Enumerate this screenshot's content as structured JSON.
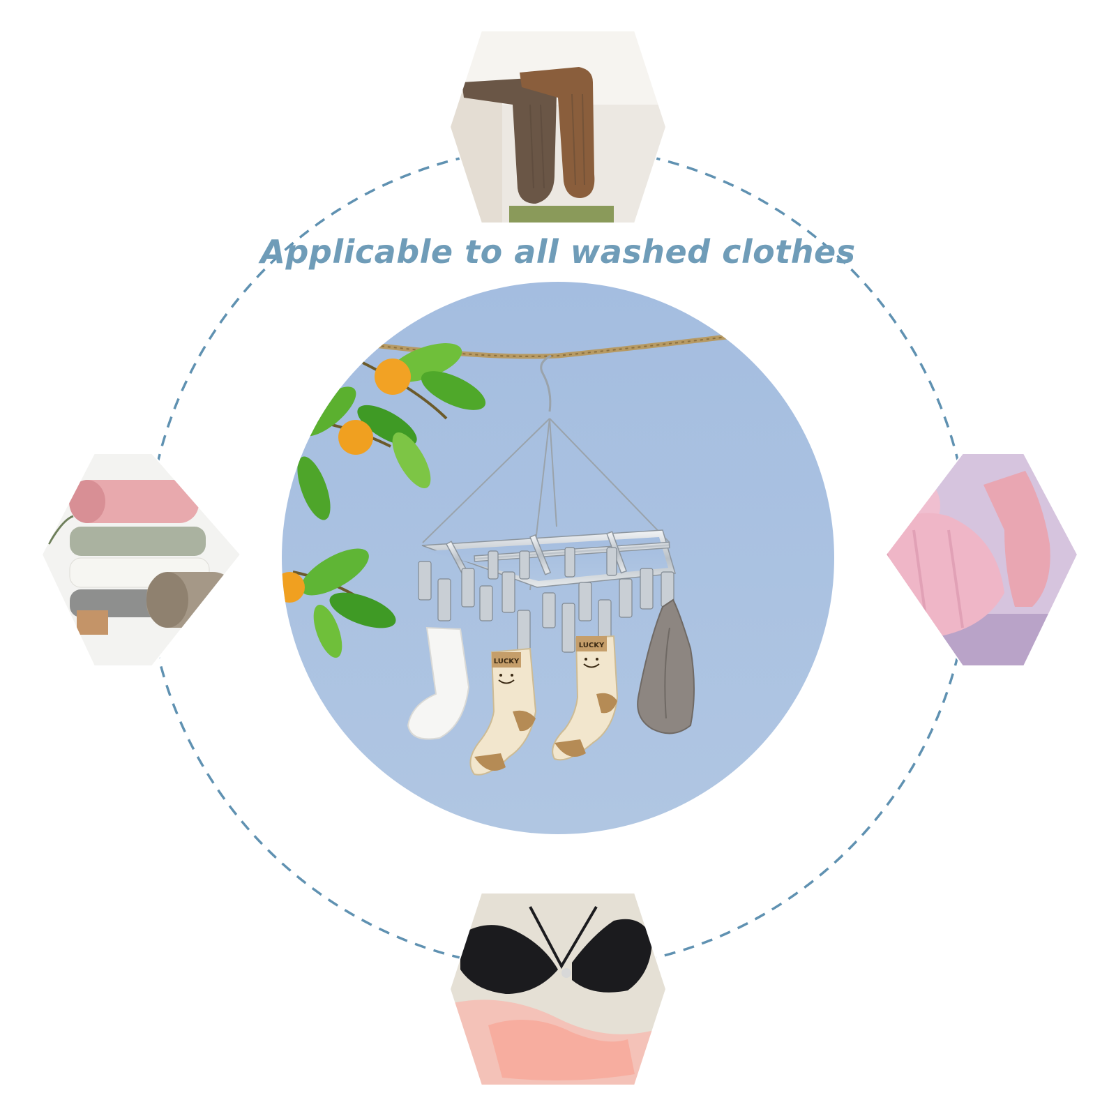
{
  "headline": "Applicable to all washed clothes",
  "colors": {
    "accent": "#6f9cb8",
    "dashed_ring": "#5f91b1",
    "center_disc": "#a9c0de",
    "background": "#ffffff"
  },
  "hexagon_tiles": [
    {
      "position": "top",
      "depicts": "brown wool socks"
    },
    {
      "position": "left",
      "depicts": "stacked folded towels"
    },
    {
      "position": "right",
      "depicts": "pink knit hat and gloves"
    },
    {
      "position": "bottom",
      "depicts": "black bra and pink lingerie"
    }
  ],
  "center_image": {
    "depicts": "stainless steel clip drying hanger hanging on a rope with socks and a towel",
    "sock_labels": [
      "LUCKY",
      "LUCKY"
    ]
  }
}
